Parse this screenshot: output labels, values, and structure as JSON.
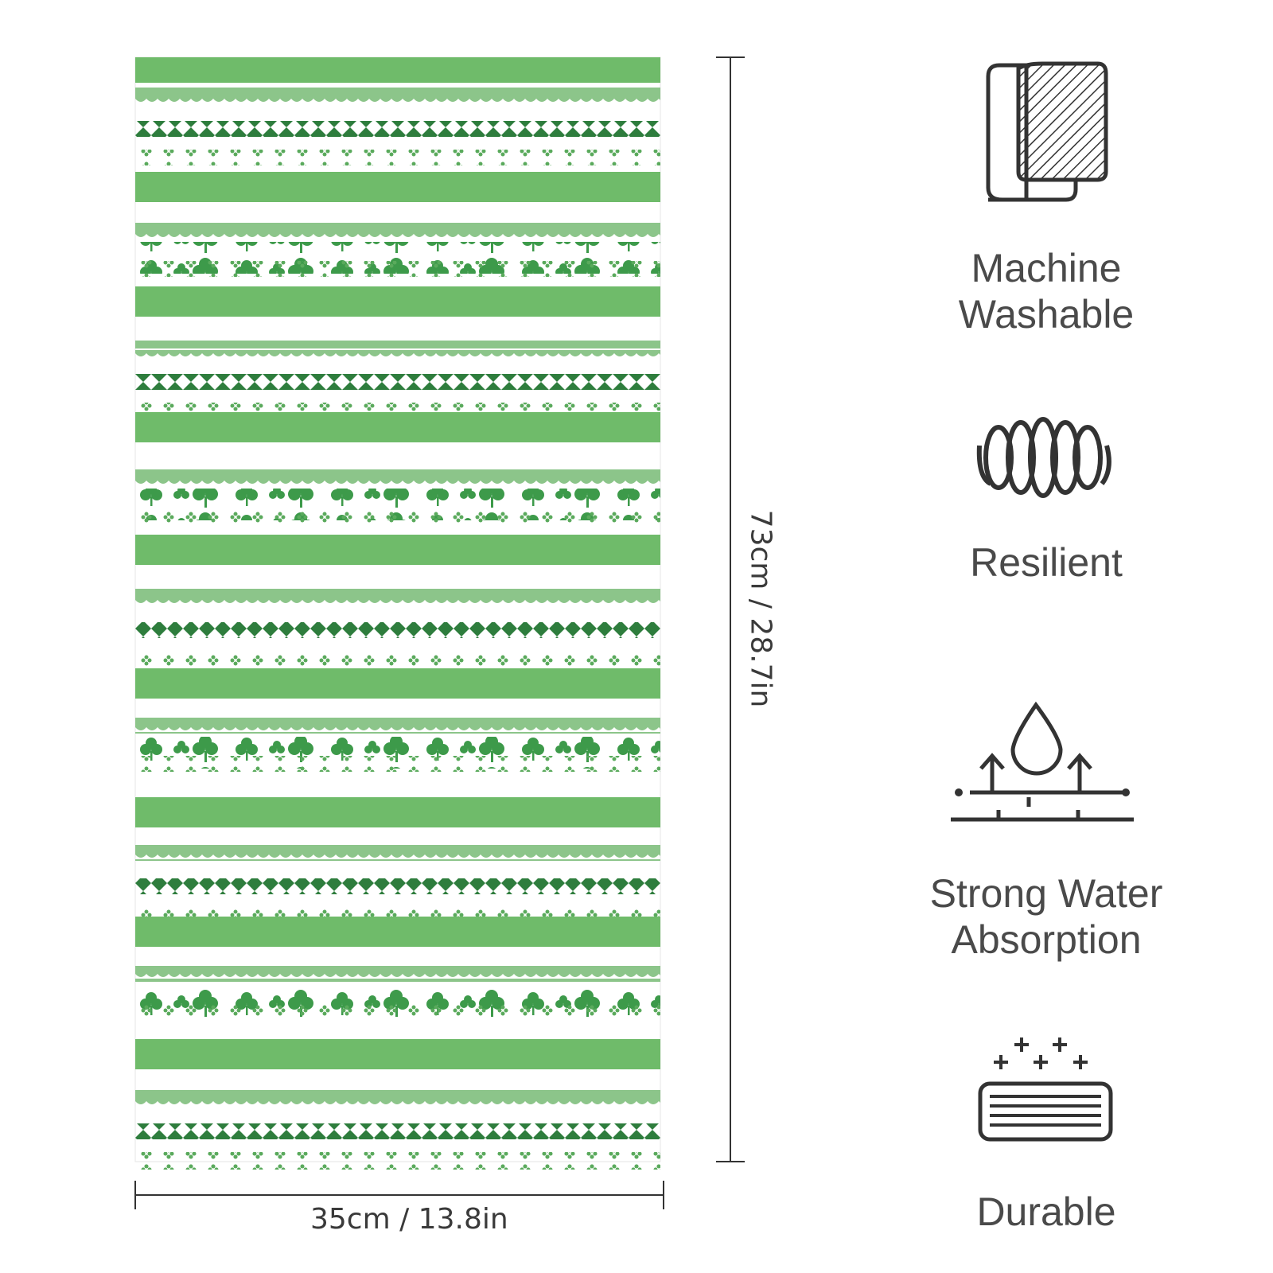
{
  "product": {
    "width_label": "35cm / 13.8in",
    "height_label": "73cm / 28.7in"
  },
  "features": [
    {
      "label": "Machine\nWashable",
      "icon": "folded-towel-icon"
    },
    {
      "label": "Resilient",
      "icon": "spring-coil-icon"
    },
    {
      "label": "Strong Water\nAbsorption",
      "icon": "water-drop-absorb-icon"
    },
    {
      "label": "Durable",
      "icon": "sparkle-fabric-icon"
    }
  ],
  "colors": {
    "stripe_green": "#6fbb6a",
    "dark_green": "#2e7d3d",
    "shamrock_green": "#3d9a4a",
    "text_gray": "#4a4a4a"
  }
}
